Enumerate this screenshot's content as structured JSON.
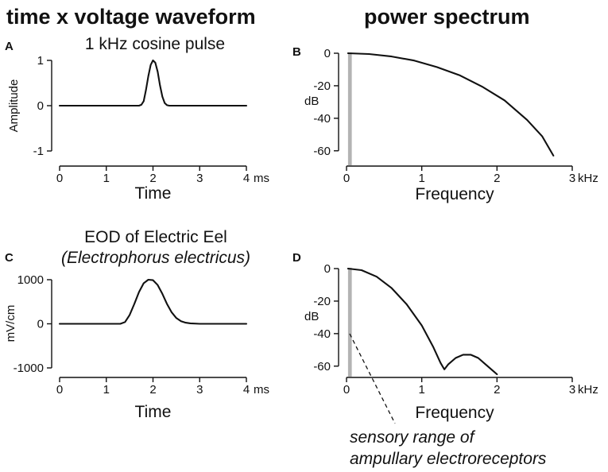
{
  "column_titles": [
    "time x voltage waveform",
    "power spectrum"
  ],
  "annotation": {
    "lines": [
      "sensory range of",
      "ampullary electroreceptors"
    ]
  },
  "chart_data": [
    {
      "panel": "A",
      "type": "line",
      "title": "1 kHz cosine pulse",
      "subtitle": "",
      "xlabel": "Time",
      "ylabel": "Amplitude",
      "x_unit": "ms",
      "xlim": [
        0,
        4
      ],
      "ylim": [
        -1,
        1
      ],
      "x_ticks": [
        0,
        1,
        2,
        3,
        4
      ],
      "x_tick_labels": [
        "0",
        "1",
        "2",
        "3",
        "4"
      ],
      "y_ticks": [
        -1,
        0,
        1
      ],
      "y_tick_labels": [
        "-1",
        "0",
        "1"
      ],
      "series": [
        {
          "x": [
            0,
            1.7,
            1.75,
            1.8,
            1.85,
            1.9,
            1.95,
            2.0,
            2.05,
            2.1,
            2.15,
            2.2,
            2.25,
            2.3,
            2.35,
            4
          ],
          "y": [
            0,
            0,
            0.02,
            0.1,
            0.35,
            0.65,
            0.9,
            1.0,
            0.95,
            0.75,
            0.45,
            0.2,
            0.06,
            0.01,
            0,
            0
          ]
        }
      ]
    },
    {
      "panel": "B",
      "type": "line",
      "title": "",
      "subtitle": "",
      "xlabel": "Frequency",
      "ylabel": "dB",
      "x_unit": "kHz",
      "xlim": [
        0,
        3
      ],
      "ylim": [
        -65,
        0
      ],
      "x_ticks": [
        0,
        1,
        2,
        3
      ],
      "x_tick_labels": [
        "0",
        "1",
        "2",
        "3"
      ],
      "y_ticks": [
        0,
        -20,
        -40,
        -60
      ],
      "y_tick_labels": [
        "0",
        "-20",
        "-40",
        "-60"
      ],
      "band_khz": [
        0.02,
        0.07
      ],
      "series": [
        {
          "x": [
            0.02,
            0.3,
            0.6,
            0.9,
            1.2,
            1.5,
            1.8,
            2.1,
            2.4,
            2.6,
            2.75
          ],
          "y": [
            0,
            -0.5,
            -2,
            -4.5,
            -8.5,
            -13.5,
            -20.5,
            -29,
            -41,
            -51,
            -63
          ]
        }
      ]
    },
    {
      "panel": "C",
      "type": "line",
      "title": "EOD of Electric Eel",
      "subtitle": "(Electrophorus electricus)",
      "xlabel": "Time",
      "ylabel": "mV/cm",
      "x_unit": "ms",
      "xlim": [
        0,
        4
      ],
      "ylim": [
        -1000,
        1000
      ],
      "x_ticks": [
        0,
        1,
        2,
        3,
        4
      ],
      "x_tick_labels": [
        "0",
        "1",
        "2",
        "3",
        "4"
      ],
      "y_ticks": [
        1000,
        0,
        -1000
      ],
      "y_tick_labels": [
        "1000",
        "0",
        "-1000"
      ],
      "series": [
        {
          "x": [
            0,
            1.3,
            1.4,
            1.5,
            1.6,
            1.7,
            1.8,
            1.9,
            2.0,
            2.1,
            2.2,
            2.3,
            2.4,
            2.5,
            2.6,
            2.7,
            2.8,
            3.0,
            4
          ],
          "y": [
            0,
            0,
            40,
            200,
            450,
            720,
            920,
            1000,
            990,
            880,
            680,
            450,
            260,
            130,
            60,
            25,
            10,
            0,
            0
          ]
        }
      ]
    },
    {
      "panel": "D",
      "type": "line",
      "title": "",
      "subtitle": "",
      "xlabel": "Frequency",
      "ylabel": "dB",
      "x_unit": "kHz",
      "xlim": [
        0,
        3
      ],
      "ylim": [
        -65,
        0
      ],
      "x_ticks": [
        0,
        1,
        2,
        3
      ],
      "x_tick_labels": [
        "0",
        "1",
        "2",
        "3"
      ],
      "y_ticks": [
        0,
        -20,
        -40,
        -60
      ],
      "y_tick_labels": [
        "0",
        "-20",
        "-40",
        "-60"
      ],
      "band_khz": [
        0.02,
        0.07
      ],
      "series": [
        {
          "x": [
            0.02,
            0.2,
            0.4,
            0.6,
            0.8,
            1.0,
            1.15,
            1.25,
            1.3,
            1.35,
            1.45,
            1.55,
            1.65,
            1.75,
            1.85,
            1.95,
            2.0
          ],
          "y": [
            0,
            -1,
            -5,
            -12,
            -22,
            -35,
            -48,
            -58,
            -62,
            -59,
            -55,
            -53,
            -53,
            -55,
            -59,
            -63,
            -65
          ]
        }
      ]
    }
  ]
}
